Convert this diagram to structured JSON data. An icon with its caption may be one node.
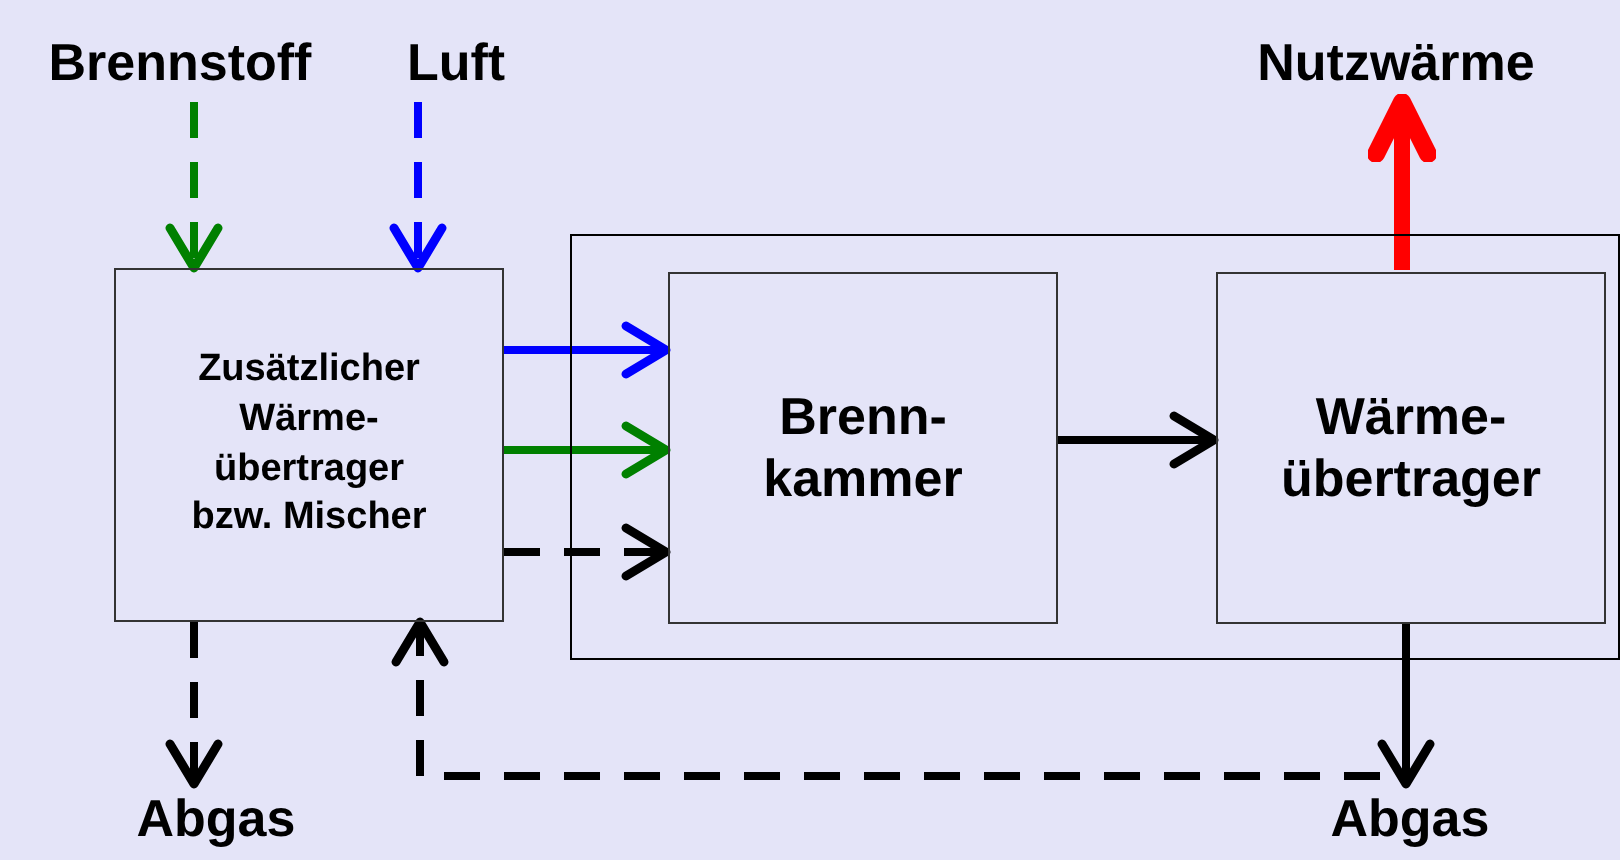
{
  "diagram": {
    "nodes": [
      {
        "text": [
          "Brennstoff"
        ]
      },
      {
        "text": [
          "Luft"
        ]
      },
      {
        "text": [
          "Nutzwärme"
        ]
      },
      {
        "text": [],
        "shape": "box"
      },
      {
        "text": [
          "Zusätzlicher Wärme-übertrager bzw. Mischer"
        ]
      },
      {
        "text": [
          "Brenn-kammer"
        ],
        "in": 3
      },
      {
        "text": [
          "Wärme-übertrager"
        ],
        "in": 3
      },
      {
        "text": [
          "Abgas"
        ]
      },
      {
        "text": [
          "Abgas"
        ]
      }
    ],
    "edges": [
      {
        "from": 0,
        "to": 4,
        "arrow": "to",
        "style": "dashed",
        "color": "#008000"
      },
      {
        "from": 1,
        "to": 4,
        "arrow": "to",
        "style": "dashed",
        "color": "#0000ff"
      },
      {
        "from": 4,
        "to": 5,
        "arrow": "to",
        "color": "#0000ff"
      },
      {
        "from": 4,
        "to": 5,
        "arrow": "to",
        "color": "#008000"
      },
      {
        "from": 4,
        "to": 5,
        "arrow": "to",
        "style": "dashed"
      },
      {
        "from": 5,
        "to": 6,
        "arrow": "to"
      },
      {
        "from": 6,
        "to": 2,
        "arrow": "to",
        "style": "thick",
        "color": "#ff0000"
      },
      {
        "from": 6,
        "to": 8,
        "arrow": "to"
      },
      {
        "from": 6,
        "to": 4,
        "arrow": "to",
        "style": "dashed"
      },
      {
        "from": 4,
        "to": 7,
        "arrow": "to",
        "style": "dashed"
      }
    ]
  }
}
